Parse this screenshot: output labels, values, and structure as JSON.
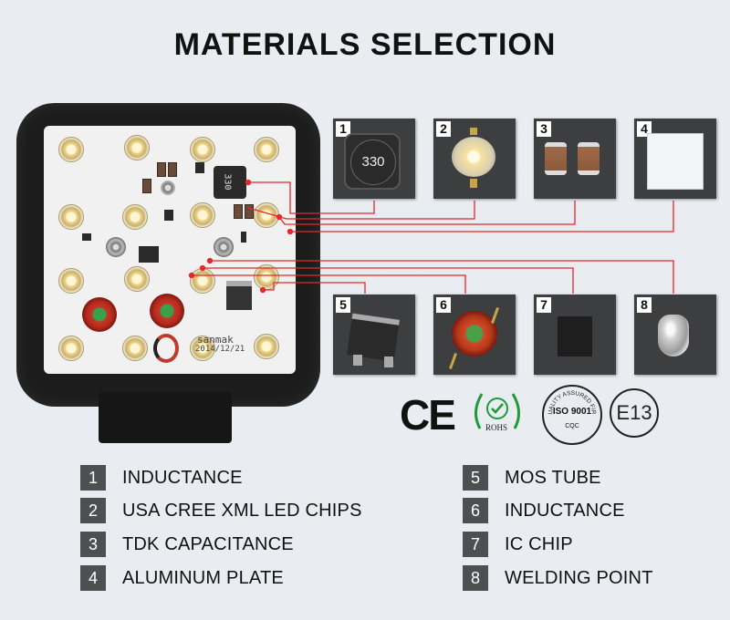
{
  "title": "MATERIALS SELECTION",
  "pcb": {
    "inductor_marking": "330",
    "brand": "sanmak",
    "date": "2014/12/21"
  },
  "components": [
    {
      "num": "1",
      "name": "inductor-icon",
      "marking": "330"
    },
    {
      "num": "2",
      "name": "led-chip-icon"
    },
    {
      "num": "3",
      "name": "capacitor-icon"
    },
    {
      "num": "4",
      "name": "aluminum-plate-icon"
    },
    {
      "num": "5",
      "name": "mos-tube-icon"
    },
    {
      "num": "6",
      "name": "toroid-inductor-icon"
    },
    {
      "num": "7",
      "name": "ic-chip-icon"
    },
    {
      "num": "8",
      "name": "welding-point-icon"
    }
  ],
  "certifications": {
    "ce": "CE",
    "rohs": "ROHS",
    "iso": "ISO 9001",
    "iso_ring": "QUALITY ASSURED FIRM",
    "iso_sub": "CQC",
    "e13": "E13"
  },
  "legend": [
    {
      "num": "1",
      "label": "INDUCTANCE"
    },
    {
      "num": "2",
      "label": "USA CREE XML LED CHIPS"
    },
    {
      "num": "3",
      "label": "TDK CAPACITANCE"
    },
    {
      "num": "4",
      "label": "ALUMINUM PLATE"
    },
    {
      "num": "5",
      "label": "MOS TUBE"
    },
    {
      "num": "6",
      "label": "INDUCTANCE"
    },
    {
      "num": "7",
      "label": "IC CHIP"
    },
    {
      "num": "8",
      "label": "WELDING POINT"
    }
  ],
  "colors": {
    "connector_lines": "#e8262b",
    "box_bg": "#3d3e40",
    "legend_num_bg": "#4e4f51"
  }
}
